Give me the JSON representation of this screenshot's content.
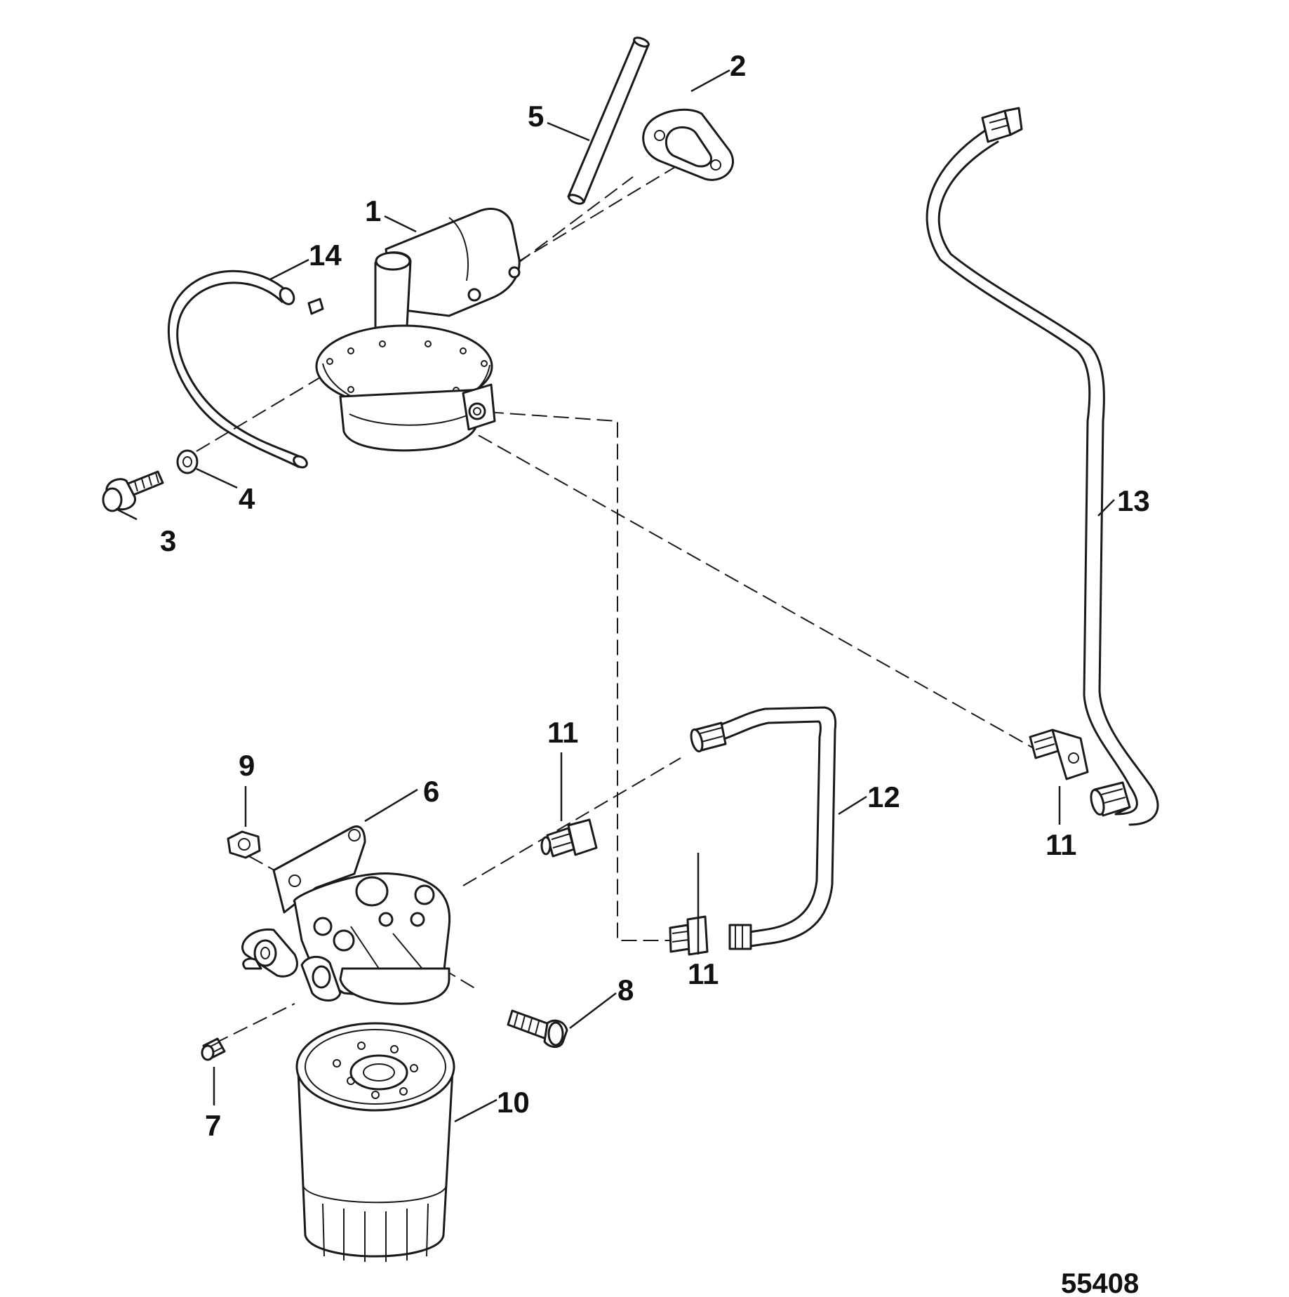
{
  "figure_number": "55408",
  "callouts": [
    {
      "id": "c1",
      "label": "1"
    },
    {
      "id": "c2",
      "label": "2"
    },
    {
      "id": "c3",
      "label": "3"
    },
    {
      "id": "c4",
      "label": "4"
    },
    {
      "id": "c5",
      "label": "5"
    },
    {
      "id": "c6",
      "label": "6"
    },
    {
      "id": "c7",
      "label": "7"
    },
    {
      "id": "c8",
      "label": "8"
    },
    {
      "id": "c9",
      "label": "9"
    },
    {
      "id": "c10",
      "label": "10"
    },
    {
      "id": "c11a",
      "label": "11"
    },
    {
      "id": "c11b",
      "label": "11"
    },
    {
      "id": "c11c",
      "label": "11"
    },
    {
      "id": "c12",
      "label": "12"
    },
    {
      "id": "c13",
      "label": "13"
    },
    {
      "id": "c14",
      "label": "14"
    }
  ]
}
